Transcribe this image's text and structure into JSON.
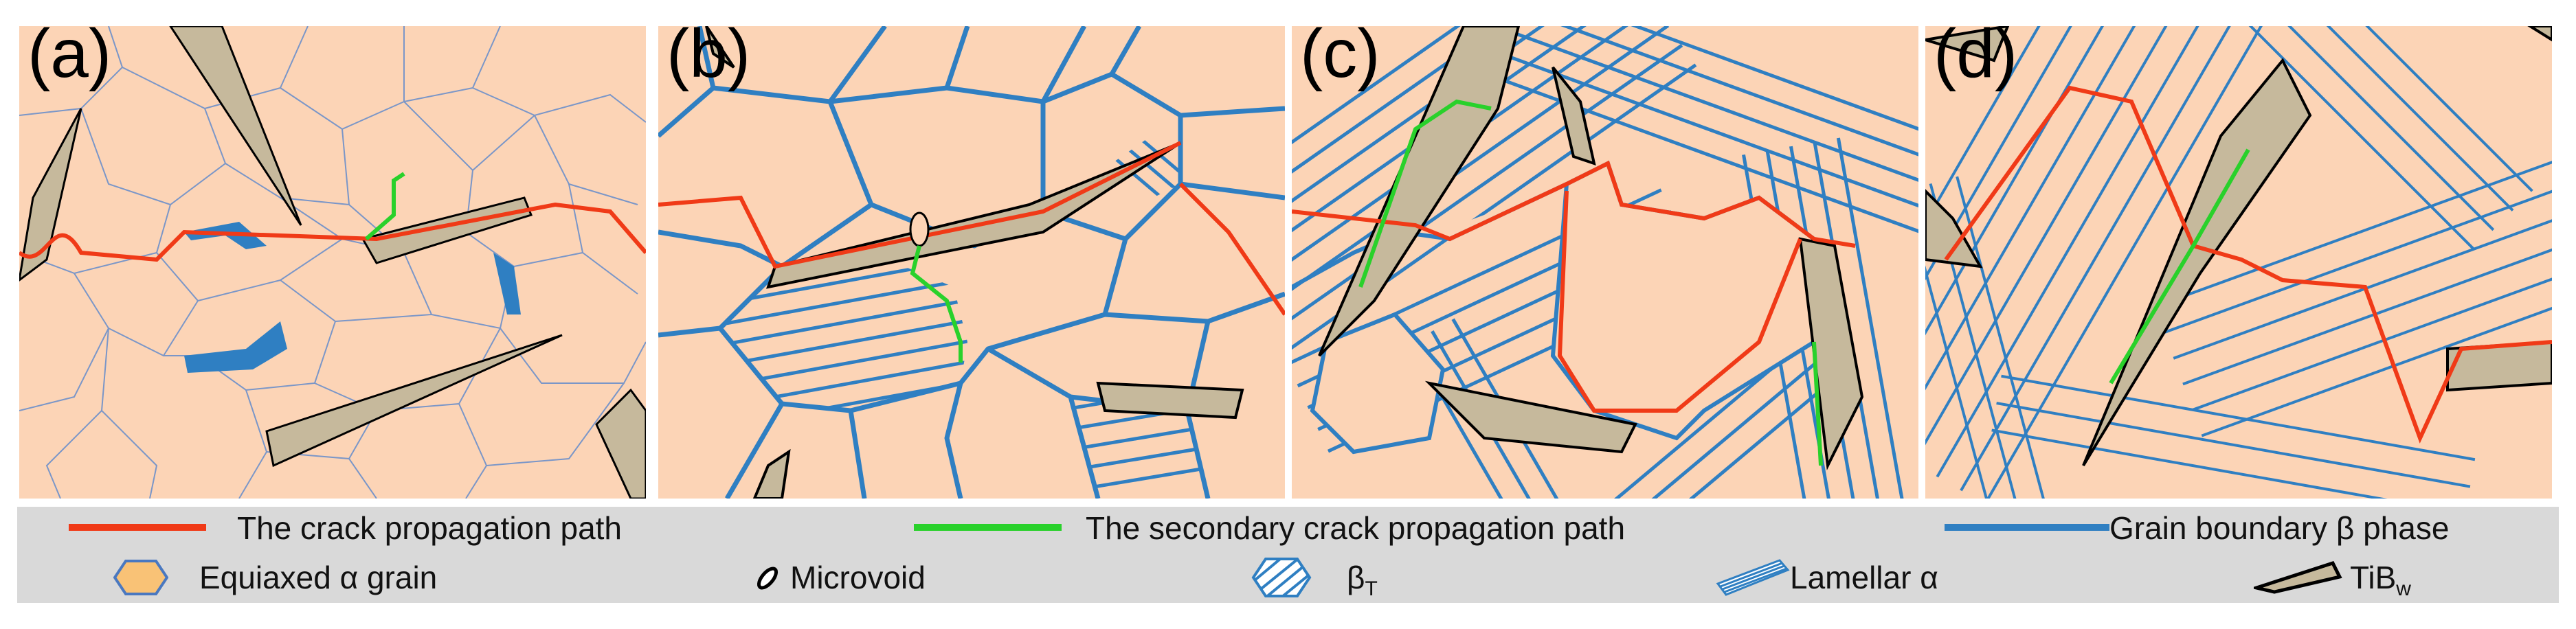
{
  "panels": [
    {
      "label": "(a)"
    },
    {
      "label": "(b)"
    },
    {
      "label": "(c)"
    },
    {
      "label": "(d)"
    }
  ],
  "legend": {
    "crack_path": "The crack propagation path",
    "secondary_crack_path": "The secondary crack propagation path",
    "grain_boundary": "Grain boundary β phase",
    "equiaxed": "Equiaxed α grain",
    "microvoid": "Microvoid",
    "beta_t_main": "β",
    "beta_t_sub": "T",
    "lamellar": "Lamellar α",
    "tib_main": "TiB",
    "tib_sub": "w"
  },
  "colors": {
    "matrix": "#fcd4b6",
    "grain_boundary": "#2f7fc2",
    "crack": "#f03a17",
    "secondary_crack": "#29d12b",
    "tib": "#c6b99c",
    "legend_bg": "#d9d9d9"
  }
}
